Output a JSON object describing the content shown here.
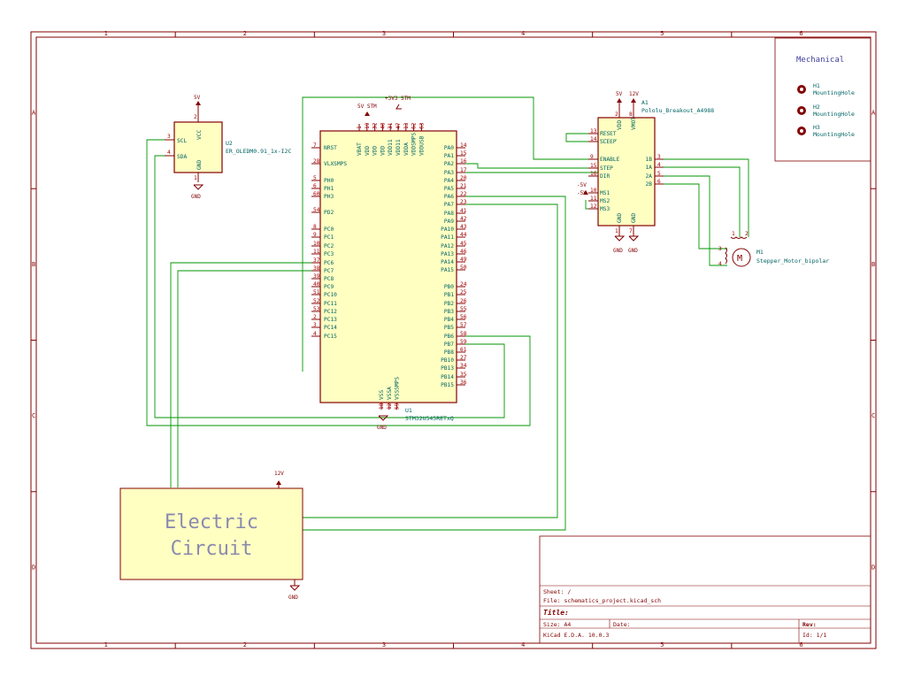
{
  "sheet": {
    "columns": [
      "1",
      "2",
      "3",
      "4",
      "5",
      "6"
    ],
    "rows": [
      "A",
      "B",
      "C",
      "D"
    ]
  },
  "mechanical": {
    "title": "Mechanical",
    "holes": [
      {
        "ref": "H1",
        "value": "MountingHole"
      },
      {
        "ref": "H2",
        "value": "MountingHole"
      },
      {
        "ref": "H3",
        "value": "MountingHole"
      }
    ]
  },
  "u2": {
    "ref": "U2",
    "value": "ER_OLEDM0.91_1x-I2C",
    "vcc_net": "5V",
    "gnd_net": "GND",
    "pins": {
      "vcc": "VCC",
      "gnd": "GND",
      "scl": "SCL",
      "sda": "SDA"
    },
    "nums": {
      "vcc": "2",
      "gnd": "1",
      "scl": "3",
      "sda": "4"
    }
  },
  "u1": {
    "ref": "U1",
    "value": "STM32U545RETxQ",
    "net_5v": "5V STM",
    "net_3v3": "+3V3 STM",
    "gnd_net": "GND",
    "top_pins": [
      "VBAT",
      "VDD",
      "VDD",
      "VDD",
      "VDD11",
      "VDD11",
      "VDDA",
      "VDDSMPS",
      "VDDUSB"
    ],
    "top_nums": [
      "1",
      "19",
      "32",
      "48",
      "31",
      "47",
      "13",
      "62",
      "63"
    ],
    "bottom_pins": [
      "VSS",
      "VSSA",
      "VSSSMPS"
    ],
    "bottom_nums": [
      "18",
      "12",
      "59"
    ],
    "left_pins": [
      {
        "l": "NRST",
        "n": "7"
      },
      {
        "l": "VLXSMPS",
        "n": "28"
      },
      {
        "l": "PH0",
        "n": "5"
      },
      {
        "l": "PH1",
        "n": "6"
      },
      {
        "l": "PH3",
        "n": "60"
      },
      {
        "l": "PD2",
        "n": "54"
      },
      {
        "l": "PC0",
        "n": "8"
      },
      {
        "l": "PC1",
        "n": "9"
      },
      {
        "l": "PC2",
        "n": "10"
      },
      {
        "l": "PC3",
        "n": "11"
      },
      {
        "l": "PC6",
        "n": "37"
      },
      {
        "l": "PC7",
        "n": "38"
      },
      {
        "l": "PC8",
        "n": "39"
      },
      {
        "l": "PC9",
        "n": "40"
      },
      {
        "l": "PC10",
        "n": "51"
      },
      {
        "l": "PC11",
        "n": "52"
      },
      {
        "l": "PC12",
        "n": "53"
      },
      {
        "l": "PC13",
        "n": "2"
      },
      {
        "l": "PC14",
        "n": "3"
      },
      {
        "l": "PC15",
        "n": "4"
      }
    ],
    "right_pins": [
      {
        "l": "PA0",
        "n": "14"
      },
      {
        "l": "PA1",
        "n": "15"
      },
      {
        "l": "PA2",
        "n": "16"
      },
      {
        "l": "PA3",
        "n": "17"
      },
      {
        "l": "PA4",
        "n": "20"
      },
      {
        "l": "PA5",
        "n": "21"
      },
      {
        "l": "PA6",
        "n": "22"
      },
      {
        "l": "PA7",
        "n": "23"
      },
      {
        "l": "PA8",
        "n": "41"
      },
      {
        "l": "PA9",
        "n": "42"
      },
      {
        "l": "PA10",
        "n": "43"
      },
      {
        "l": "PA11",
        "n": "44"
      },
      {
        "l": "PA12",
        "n": "45"
      },
      {
        "l": "PA13",
        "n": "46"
      },
      {
        "l": "PA14",
        "n": "49"
      },
      {
        "l": "PA15",
        "n": "50"
      },
      {
        "l": "PB0",
        "n": "24"
      },
      {
        "l": "PB1",
        "n": "25"
      },
      {
        "l": "PB2",
        "n": "26"
      },
      {
        "l": "PB3",
        "n": "55"
      },
      {
        "l": "PB4",
        "n": "56"
      },
      {
        "l": "PB5",
        "n": "57"
      },
      {
        "l": "PB6",
        "n": "58"
      },
      {
        "l": "PB7",
        "n": "59"
      },
      {
        "l": "PB8",
        "n": "61"
      },
      {
        "l": "PB10",
        "n": "27"
      },
      {
        "l": "PB13",
        "n": "34"
      },
      {
        "l": "PB14",
        "n": "35"
      },
      {
        "l": "PB15",
        "n": "36"
      }
    ]
  },
  "a1": {
    "ref": "A1",
    "value": "Pololu_Breakout_A4988",
    "vdd_net": "5V",
    "vmot_net": "12V",
    "gnd_net": "GND",
    "gnd2_net": "GND",
    "top_pins": [
      {
        "l": "VDD",
        "n": "2"
      },
      {
        "l": "VMOT",
        "n": "8"
      }
    ],
    "bottom_pins": [
      {
        "l": "GND",
        "n": "1"
      },
      {
        "l": "GND",
        "n": "7"
      }
    ],
    "left_pins": [
      {
        "l": "RESET",
        "n": "13"
      },
      {
        "l": "SLEEP",
        "n": "14"
      },
      {
        "l": "ENABLE",
        "n": "9"
      },
      {
        "l": "STEP",
        "n": "15"
      },
      {
        "l": "DIR",
        "n": "16"
      },
      {
        "l": "MS1",
        "n": "10"
      },
      {
        "l": "MS2",
        "n": "11"
      },
      {
        "l": "MS3",
        "n": "12"
      }
    ],
    "right_pins": [
      {
        "l": "1B",
        "n": "3"
      },
      {
        "l": "1A",
        "n": "4"
      },
      {
        "l": "2A",
        "n": "5"
      },
      {
        "l": "2B",
        "n": "6"
      }
    ],
    "ms_net_a": "-5V",
    "ms_net_b": "-5V"
  },
  "m1": {
    "ref": "M1",
    "value": "Stepper_Motor_bipolar",
    "motor_symbol": "M",
    "pin_nums": [
      "1",
      "2",
      "3",
      "4"
    ]
  },
  "circuit": {
    "line1": "Electric",
    "line2": "Circuit",
    "vin_net": "12V",
    "gnd_net": "GND"
  },
  "titleblock": {
    "sheet": "Sheet: /",
    "file": "File: schematics_project.kicad_sch",
    "title_label": "Title:",
    "size": "Size: A4",
    "date": "Date:",
    "rev": "Rev:",
    "kicad": "KiCad E.D.A. 10.0.3",
    "id": "Id: 1/1"
  }
}
